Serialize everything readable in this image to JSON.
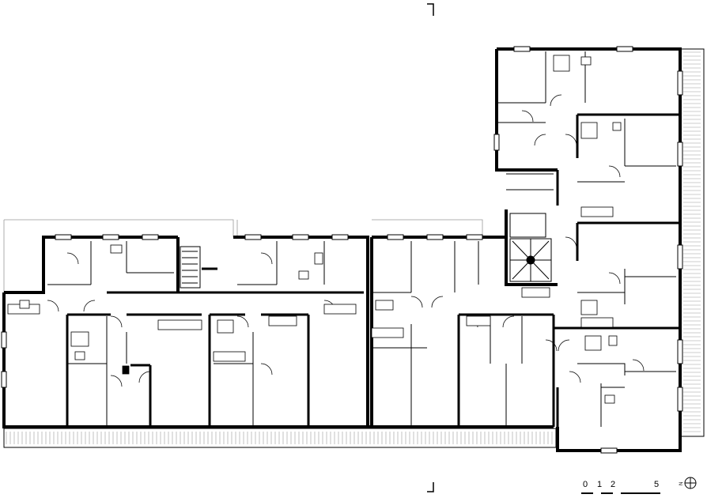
{
  "drawing": {
    "type": "architectural floor plan",
    "scale_bar": {
      "labels": [
        "0",
        "1",
        "2",
        "5"
      ],
      "values_m": [
        0,
        1,
        2,
        5
      ]
    },
    "north_arrow": {
      "label": "N",
      "icon": "north-arrow-icon"
    },
    "colors": {
      "background": "#ffffff",
      "walls": "#000000",
      "thin_lines": "#000000",
      "hatch": "#9a9a9a"
    }
  }
}
